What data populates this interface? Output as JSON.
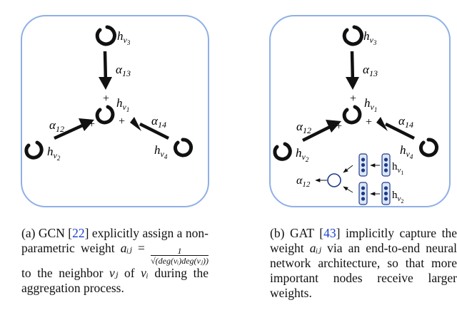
{
  "panel_a": {
    "nodes": {
      "v3": "h",
      "v3_sub": "v",
      "v3_subsub": "3",
      "v1": "h",
      "v1_sub": "v",
      "v1_subsub": "1",
      "v2": "h",
      "v2_sub": "v",
      "v2_subsub": "2",
      "v4": "h",
      "v4_sub": "v",
      "v4_subsub": "4"
    },
    "edges": {
      "e13": "α",
      "e13_sub": "13",
      "e12": "α",
      "e12_sub": "12",
      "e14": "α",
      "e14_sub": "14"
    },
    "plus": "+",
    "caption": {
      "label": "(a) GCN [",
      "cite": "22",
      "t1": "] explicitly assign a non-parametric weight ",
      "a_ij": "aᵢⱼ",
      "eq": " =",
      "frac_num": "1",
      "frac_den": "√(deg(vᵢ)deg(vⱼ))",
      "t2": " to the neighbor ",
      "vj": "vⱼ",
      "t3": " of ",
      "vi": "vᵢ",
      "t4": " during the aggregation process."
    }
  },
  "panel_b": {
    "nodes": {
      "v3": "h",
      "v3_sub": "v",
      "v3_subsub": "3",
      "v1": "h",
      "v1_sub": "v",
      "v1_subsub": "1",
      "v2": "h",
      "v2_sub": "v",
      "v2_subsub": "2",
      "v4": "h",
      "v4_sub": "v",
      "v4_subsub": "4"
    },
    "edges": {
      "e13": "α",
      "e13_sub": "13",
      "e12": "α",
      "e12_sub": "12",
      "e14": "α",
      "e14_sub": "14"
    },
    "plus": "+",
    "attention": {
      "out": "α",
      "out_sub": "12",
      "h1": "h",
      "h1_sub": "v",
      "h1_subsub": "1",
      "h2": "h",
      "h2_sub": "v",
      "h2_subsub": "2"
    },
    "caption": {
      "label": "(b) GAT [",
      "cite": "43",
      "t1": "] implicitly capture the weight ",
      "a_ij": "aᵢⱼ",
      "t2": " via an end-to-end neural network architecture, so that more important nodes receive larger weights."
    }
  },
  "colors": {
    "panel_border": "#8fb0e6",
    "ink": "#111111",
    "vector_fill": "#dbe7f5",
    "vector_dot": "#1f3a8a",
    "vector_border": "#1f3a8a",
    "cite": "#1a3fcc"
  },
  "icons": {
    "node": "brush-circle-icon",
    "arrow": "brush-arrow-icon"
  }
}
